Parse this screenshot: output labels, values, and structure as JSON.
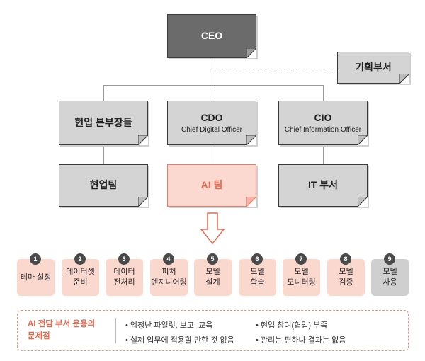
{
  "ceo": {
    "label": "CEO"
  },
  "planning": {
    "label": "기획부서"
  },
  "row2": [
    {
      "title": "현업 본부장들",
      "sub": ""
    },
    {
      "title": "CDO",
      "sub": "Chief Digital Officer"
    },
    {
      "title": "CIO",
      "sub": "Chief Information Officer"
    }
  ],
  "row3": [
    {
      "title": "현업팀"
    },
    {
      "title": "AI 팀"
    },
    {
      "title": "IT 부서"
    }
  ],
  "steps": [
    {
      "num": "1",
      "label": "테마 설정"
    },
    {
      "num": "2",
      "label": "데이터셋\n준비"
    },
    {
      "num": "3",
      "label": "데이터\n전처리"
    },
    {
      "num": "4",
      "label": "피처\n엔지니어링"
    },
    {
      "num": "5",
      "label": "모델\n설계"
    },
    {
      "num": "6",
      "label": "모델\n학습"
    },
    {
      "num": "7",
      "label": "모델\n모니터링"
    },
    {
      "num": "8",
      "label": "모델\n검증"
    },
    {
      "num": "9",
      "label": "모델\n사용"
    }
  ],
  "issues": {
    "title": "AI 전담 부서 운용의\n문제점",
    "items": [
      "• 엄청난 파일럿, 보고, 교육",
      "• 현업 참여(협업) 부족",
      "• 실제 업무에 적용할 만한 것 없음",
      "• 관리는 편하나 결과는 없음"
    ]
  },
  "colors": {
    "accent": "#ea6a4f",
    "pink_fill": "#fbd9d1",
    "gray_fill": "#d4d4d4",
    "dark_fill": "#6b6b6b"
  }
}
